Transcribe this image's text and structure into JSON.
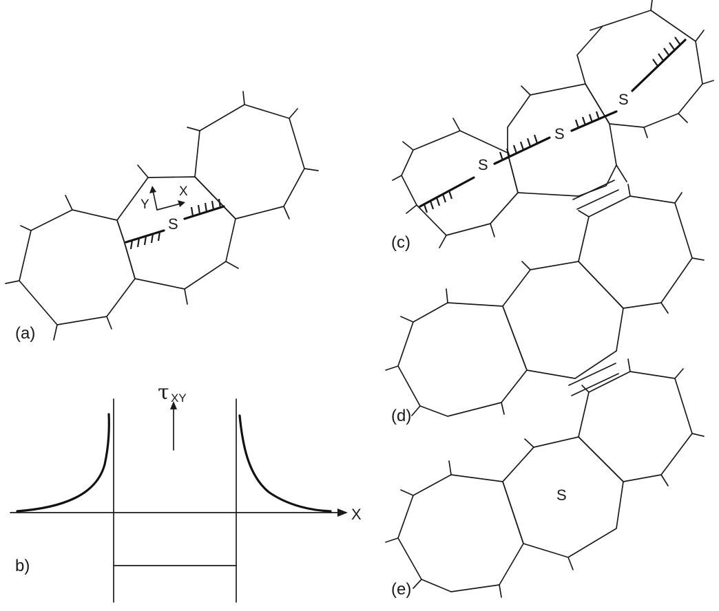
{
  "panels": {
    "a": {
      "label": "(a)",
      "s_label": "S",
      "x_axis": "X",
      "y_axis": "Y"
    },
    "b": {
      "label": "b)",
      "tau_symbol": "τ",
      "tau_subscript": "XY",
      "x_axis": "X"
    },
    "c": {
      "label": "(c)",
      "s_labels": [
        "S",
        "S",
        "S"
      ]
    },
    "d": {
      "label": "(d)"
    },
    "e": {
      "label": "(e)",
      "s_label": "S"
    }
  }
}
